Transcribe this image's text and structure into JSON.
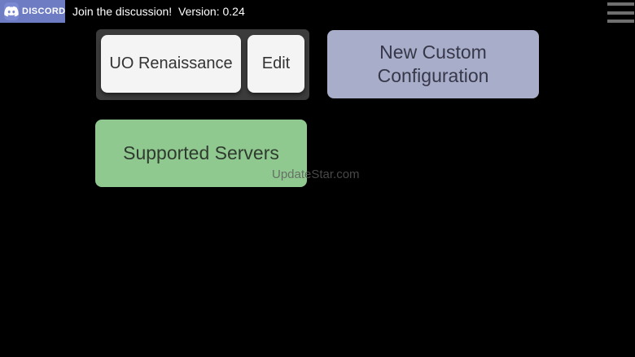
{
  "colors": {
    "background": "#000000",
    "discord_badge_bg": "#6d7cc3",
    "discord_icon_bg": "#7b88d2",
    "button_group_bg": "#3b3b3b",
    "light_button_bg": "#f4f4f4",
    "new_custom_bg": "#a8adc9",
    "supported_servers_bg": "#90c990",
    "topbar_text": "#ffffff",
    "menu_icon_bars": "#6f6f6f"
  },
  "topbar": {
    "discord_label": "DISCORD",
    "join_text": "Join the discussion!",
    "version_text": "Version: 0.24"
  },
  "main": {
    "profile_group": {
      "profile_button_label": "UO Renaissance",
      "edit_button_label": "Edit"
    },
    "new_custom_button_label": "New Custom Configuration",
    "supported_servers_button_label": "Supported Servers"
  },
  "watermark_text": "UpdateStar.com"
}
